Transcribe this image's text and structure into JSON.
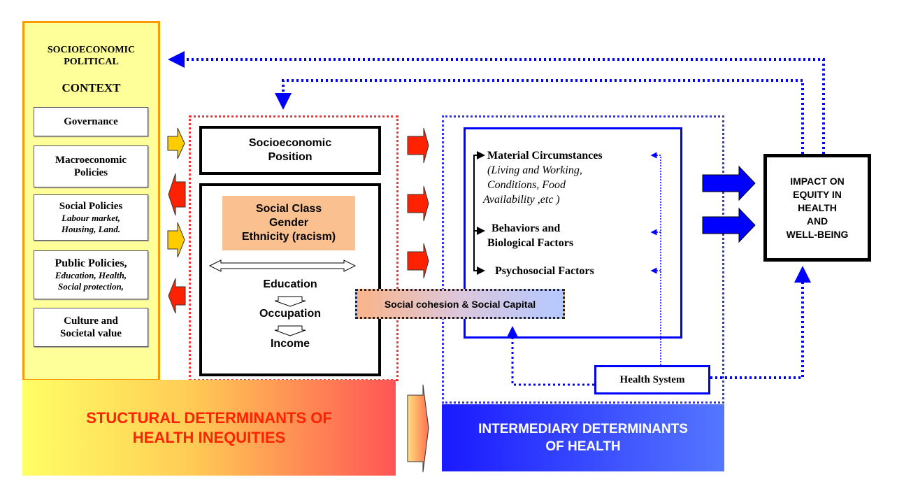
{
  "context": {
    "line1": "SOCIOECONOMIC",
    "line2": "POLITICAL",
    "line3": "CONTEXT",
    "items": [
      {
        "title": "Governance"
      },
      {
        "title": "Macroeconomic",
        "title2": "Policies"
      },
      {
        "title": "Social Policies",
        "sub1": "Labour market,",
        "sub2": "Housing, Land."
      },
      {
        "title": "Public Policies,",
        "sub1": "Education, Health,",
        "sub2": "Social protection,"
      },
      {
        "title": "Culture and",
        "title2": "Societal value"
      }
    ]
  },
  "structural": {
    "sep_line1": "Socioeconomic",
    "sep_line2": "Position",
    "class_line1": "Social Class",
    "class_line2": "Gender",
    "class_line3": "Ethnicity (racism)",
    "education": "Education",
    "occupation": "Occupation",
    "income": "Income",
    "banner_line1": "STUCTURAL DETERMINANTS OF",
    "banner_line2": "HEALTH INEQUITIES"
  },
  "intermediary": {
    "material": "Material Circumstances",
    "material_sub1": "(Living and Working,",
    "material_sub2": "Conditions, Food",
    "material_sub3": "Availability ,etc  )",
    "behaviors1": "Behaviors and",
    "behaviors2": "Biological Factors",
    "psychosocial": "Psychosocial Factors",
    "cohesion": "Social cohesion &   Social Capital",
    "health_system": "Health System",
    "banner_line1": "INTERMEDIARY DETERMINANTS",
    "banner_line2": "OF HEALTH"
  },
  "impact": {
    "line1": "IMPACT  ON",
    "line2": "EQUITY IN",
    "line3": "HEALTH",
    "line4": "AND",
    "line5": "WELL-BEING"
  },
  "colors": {
    "context_bg": "#ffff99",
    "context_border": "#ff9900",
    "red": "#ff2200",
    "yellow": "#ffcc00",
    "blue": "#0000ff",
    "peach": "#fac090"
  }
}
